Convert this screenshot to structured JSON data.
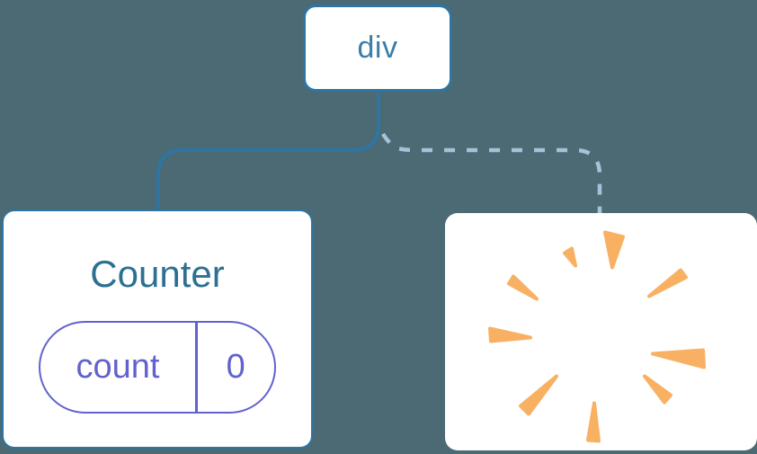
{
  "diagram": {
    "description": "component-tree-diagram",
    "root": {
      "label": "div"
    },
    "counter": {
      "title": "Counter",
      "state_key": "count",
      "state_value": "0"
    },
    "removed": {
      "icon": "poof-burst-icon"
    },
    "connections": {
      "root_to_counter": "solid",
      "root_to_removed": "dashed"
    },
    "colors": {
      "background": "#4B6A73",
      "card_fill": "#FFFFFF",
      "card_border": "#2E75A3",
      "solid_line": "#2E75A3",
      "dashed_line": "#A4C3D8",
      "root_text": "#3B7EA7",
      "counter_text": "#2D7092",
      "state_accent": "#6262CF",
      "burst": "#F8B163"
    }
  }
}
